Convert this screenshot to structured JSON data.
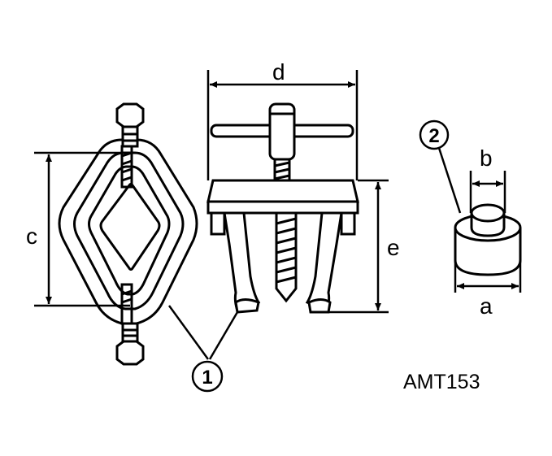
{
  "labels": {
    "a": "a",
    "b": "b",
    "c": "c",
    "d": "d",
    "e": "e"
  },
  "callouts": {
    "part1": "1",
    "part2": "2"
  },
  "figure_code": "AMT153",
  "colors": {
    "ink": "#000000",
    "background": "#ffffff"
  }
}
